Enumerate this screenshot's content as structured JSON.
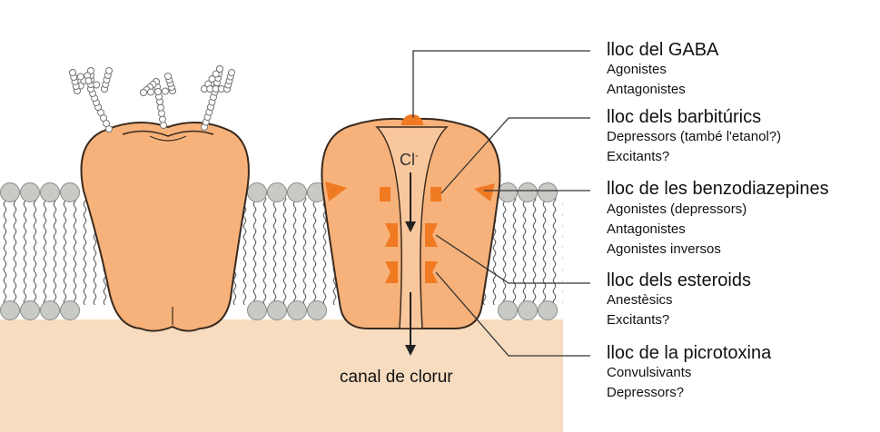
{
  "colors": {
    "protein_fill": "#f6b27a",
    "protein_stroke": "#3a2a1f",
    "protein_inner": "#f9c79d",
    "site_marker": "#f07a22",
    "lipid_head": "#c9c9c6",
    "lipid_tail": "#666666",
    "cytoplasm": "#f7dcc0",
    "leader_line": "#333333"
  },
  "channel_label": "canal de clorur",
  "ion_label": "Cl",
  "ion_charge": "-",
  "binding_sites": [
    {
      "title": "lloc del GABA",
      "items": [
        "Agonistes",
        "Antagonistes"
      ]
    },
    {
      "title": "lloc dels barbitúrics",
      "items": [
        "Depressors (també l'etanol?)",
        "Excitants?"
      ]
    },
    {
      "title": "lloc de les benzodiazepines",
      "items": [
        "Agonistes (depressors)",
        "Antagonistes",
        "Agonistes inversos"
      ]
    },
    {
      "title": "lloc dels esteroids",
      "items": [
        "Anestèsics",
        "Excitants?"
      ]
    },
    {
      "title": "lloc de la picrotoxina",
      "items": [
        "Convulsivants",
        "Depressors?"
      ]
    }
  ]
}
